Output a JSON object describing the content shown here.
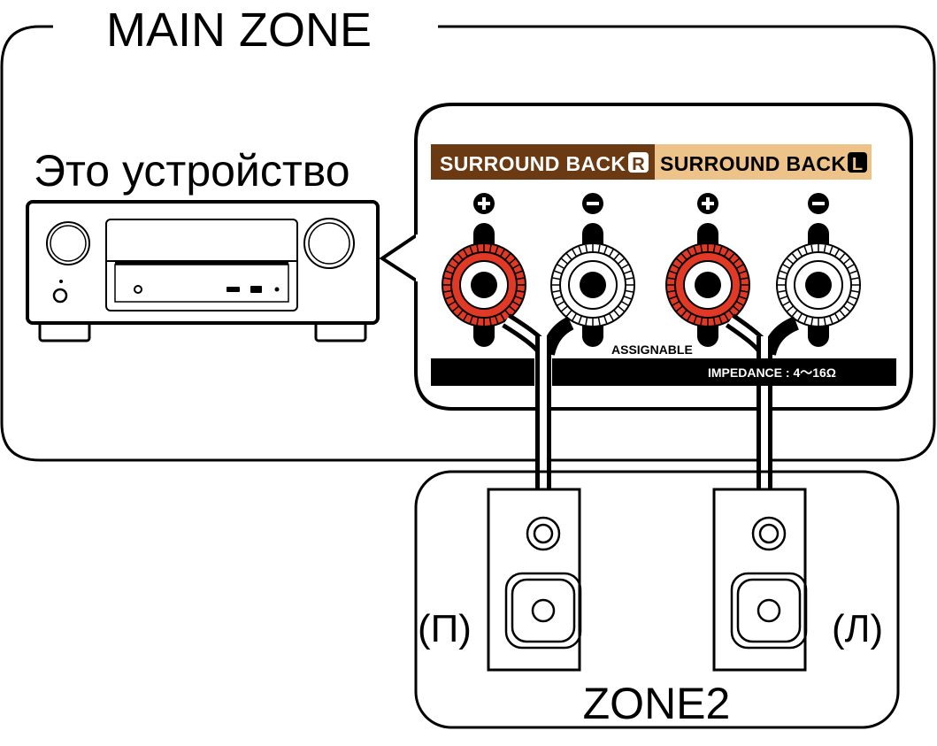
{
  "main_zone": {
    "title": "MAIN ZONE"
  },
  "device": {
    "label": "Это устройство"
  },
  "panel": {
    "channels": [
      {
        "label": "SURROUND BACK",
        "badge": "R",
        "color": "#6b3a12",
        "text_color": "#ffffff"
      },
      {
        "label": "SURROUND BACK",
        "badge": "L",
        "color": "#eec38a",
        "text_color": "#000000"
      }
    ],
    "polarity": [
      "+",
      "−",
      "+",
      "−"
    ],
    "assignable": "ASSIGNABLE",
    "impedance": "IMPEDANCE : 4～16Ω"
  },
  "zone2": {
    "title": "ZONE2",
    "speakers": [
      {
        "label": "(П)"
      },
      {
        "label": "(Л)"
      }
    ]
  },
  "colors": {
    "positive_terminal": "#e03a26",
    "negative_terminal": "#ffffff"
  }
}
